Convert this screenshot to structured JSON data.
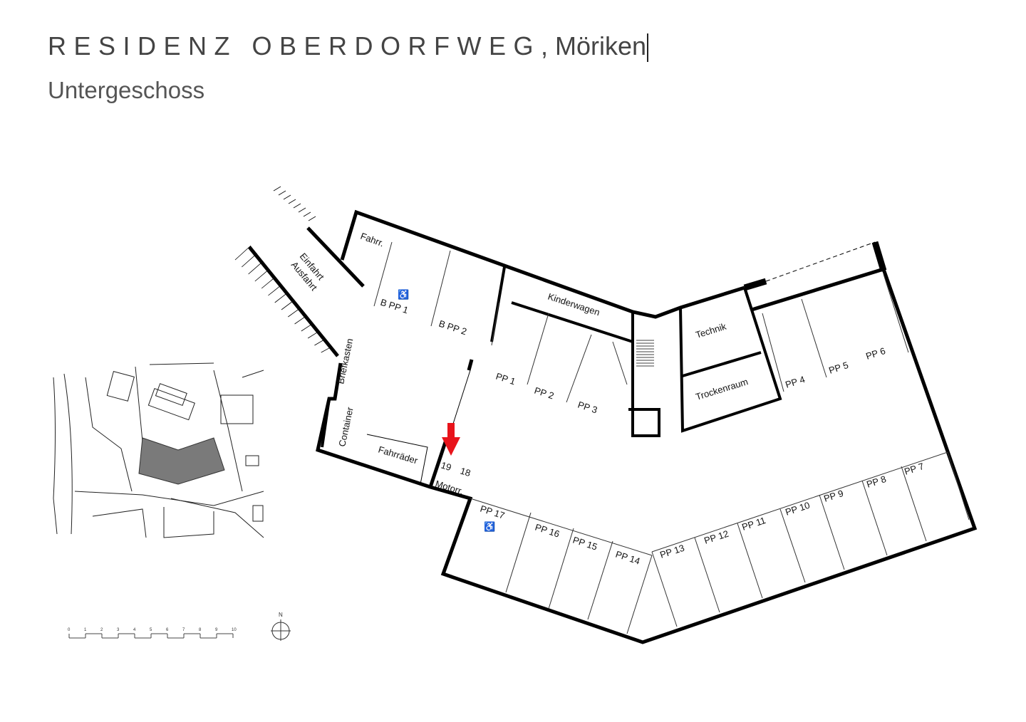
{
  "header": {
    "title_spaced": "RESIDENZ OBERDORFWEG",
    "title_suffix": ", Möriken",
    "subtitle": "Untergeschoss"
  },
  "plan": {
    "rooms": {
      "fahrr": "Fahrr.",
      "einfahrt": "Einfahrt",
      "ausfahrt": "Ausfahrt",
      "briefkasten": "Briefkasten",
      "container": "Container",
      "fahrraeder": "Fahrräder",
      "motorr": "Motorr.",
      "kinderwagen": "Kinderwagen",
      "technik": "Technik",
      "trockenraum": "Trockenraum"
    },
    "spots": {
      "bpp1": "B PP 1",
      "bpp2": "B PP 2",
      "pp1": "PP 1",
      "pp2": "PP 2",
      "pp3": "PP 3",
      "pp4": "PP 4",
      "pp5": "PP 5",
      "pp6": "PP 6",
      "pp7": "PP 7",
      "pp8": "PP 8",
      "pp9": "PP 9",
      "pp10": "PP 10",
      "pp11": "PP 11",
      "pp12": "PP 12",
      "pp13": "PP 13",
      "pp14": "PP 14",
      "pp15": "PP 15",
      "pp16": "PP 16",
      "pp17": "PP 17",
      "m19": "19",
      "m18": "18"
    },
    "marker_color": "#e8141b",
    "accessible_icon": "wheelchair-icon"
  },
  "scale_bar": {
    "ticks": [
      "0",
      "1",
      "2",
      "3",
      "4",
      "5",
      "6",
      "7",
      "8",
      "9",
      "10"
    ]
  },
  "compass": {
    "label": "N"
  }
}
